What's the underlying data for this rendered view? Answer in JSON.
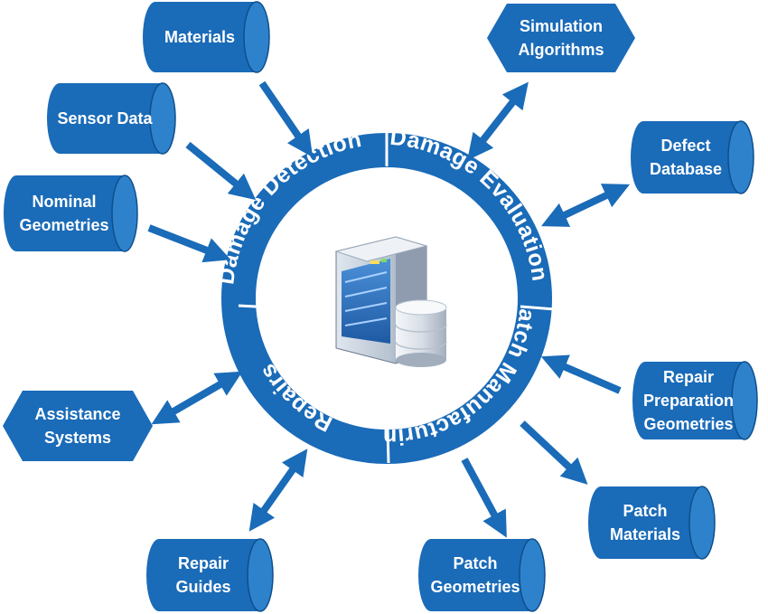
{
  "colors": {
    "primary": "#1a6bb8",
    "primary_dark": "#0f4f8c",
    "cylinder_cap": "#2e82cc",
    "background": "#ffffff"
  },
  "ring": {
    "segments": [
      {
        "id": "damage-detection",
        "label": "Damage Detection"
      },
      {
        "id": "damage-evaluation",
        "label": "Damage Evaluation"
      },
      {
        "id": "patch-manufacturing",
        "label": "Patch Manufacturing"
      },
      {
        "id": "repairs",
        "label": "Repairs"
      }
    ],
    "center_icon": "server-database-icon"
  },
  "nodes": [
    {
      "id": "materials",
      "shape": "cylinder",
      "lines": [
        "Materials"
      ]
    },
    {
      "id": "sensor-data",
      "shape": "cylinder",
      "lines": [
        "Sensor Data"
      ]
    },
    {
      "id": "nominal-geometries",
      "shape": "cylinder",
      "lines": [
        "Nominal",
        "Geometries"
      ]
    },
    {
      "id": "simulation-algorithms",
      "shape": "hexagon",
      "lines": [
        "Simulation",
        "Algorithms"
      ]
    },
    {
      "id": "defect-database",
      "shape": "cylinder",
      "lines": [
        "Defect",
        "Database"
      ]
    },
    {
      "id": "repair-preparation-geometries",
      "shape": "cylinder",
      "lines": [
        "Repair",
        "Preparation",
        "Geometries"
      ]
    },
    {
      "id": "patch-materials",
      "shape": "cylinder",
      "lines": [
        "Patch",
        "Materials"
      ]
    },
    {
      "id": "patch-geometries",
      "shape": "cylinder",
      "lines": [
        "Patch",
        "Geometries"
      ]
    },
    {
      "id": "repair-guides",
      "shape": "cylinder",
      "lines": [
        "Repair",
        "Guides"
      ]
    },
    {
      "id": "assistance-systems",
      "shape": "hexagon",
      "lines": [
        "Assistance",
        "Systems"
      ]
    }
  ],
  "connections": [
    {
      "from": "materials",
      "to": "damage-detection",
      "direction": "in"
    },
    {
      "from": "sensor-data",
      "to": "damage-detection",
      "direction": "in"
    },
    {
      "from": "nominal-geometries",
      "to": "damage-detection",
      "direction": "in"
    },
    {
      "from": "simulation-algorithms",
      "to": "damage-evaluation",
      "direction": "both"
    },
    {
      "from": "defect-database",
      "to": "damage-evaluation",
      "direction": "both"
    },
    {
      "from": "repair-preparation-geometries",
      "to": "patch-manufacturing",
      "direction": "in"
    },
    {
      "from": "patch-manufacturing",
      "to": "patch-materials",
      "direction": "out"
    },
    {
      "from": "patch-manufacturing",
      "to": "patch-geometries",
      "direction": "out"
    },
    {
      "from": "repair-guides",
      "to": "repairs",
      "direction": "both"
    },
    {
      "from": "assistance-systems",
      "to": "repairs",
      "direction": "both"
    }
  ]
}
